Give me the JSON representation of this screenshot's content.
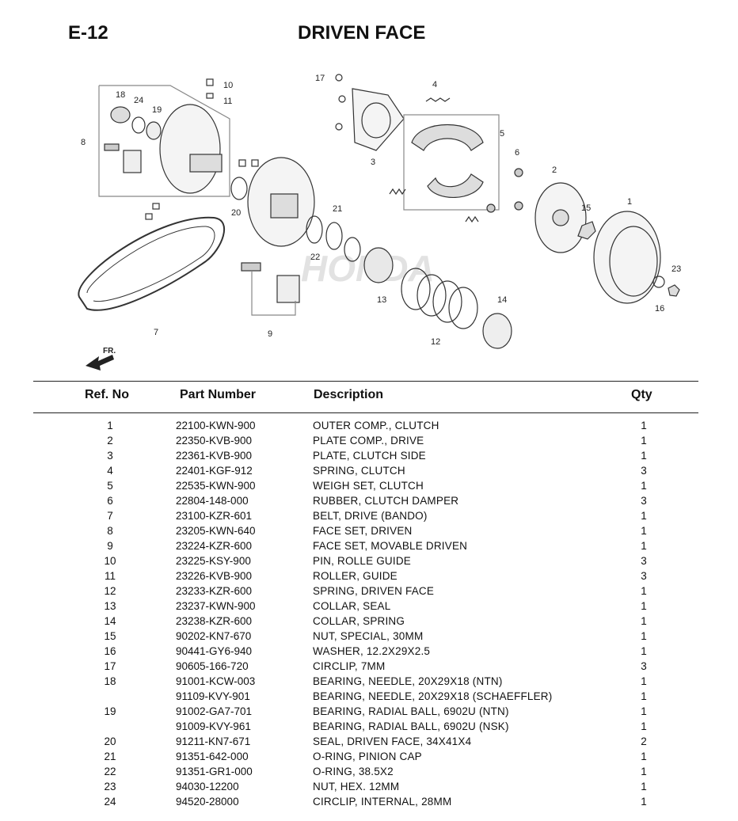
{
  "header": {
    "page_code": "E-12",
    "title": "DRIVEN FACE"
  },
  "diagram": {
    "callouts": [
      "1",
      "2",
      "3",
      "4",
      "5",
      "6",
      "7",
      "8",
      "9",
      "10",
      "11",
      "12",
      "13",
      "14",
      "15",
      "16",
      "17",
      "18",
      "19",
      "20",
      "21",
      "22",
      "23",
      "24"
    ],
    "arrow_label": "FR.",
    "watermark": "HONDA"
  },
  "table": {
    "headers": {
      "ref": "Ref. No",
      "part": "Part Number",
      "desc": "Description",
      "qty": "Qty"
    },
    "rows": [
      {
        "ref": "1",
        "part": "22100-KWN-900",
        "desc": "OUTER COMP., CLUTCH",
        "qty": "1"
      },
      {
        "ref": "2",
        "part": "22350-KVB-900",
        "desc": "PLATE COMP., DRIVE",
        "qty": "1"
      },
      {
        "ref": "3",
        "part": "22361-KVB-900",
        "desc": "PLATE, CLUTCH SIDE",
        "qty": "1"
      },
      {
        "ref": "4",
        "part": "22401-KGF-912",
        "desc": "SPRING, CLUTCH",
        "qty": "3"
      },
      {
        "ref": "5",
        "part": "22535-KWN-900",
        "desc": "WEIGH SET, CLUTCH",
        "qty": "1"
      },
      {
        "ref": "6",
        "part": "22804-148-000",
        "desc": "RUBBER, CLUTCH DAMPER",
        "qty": "3"
      },
      {
        "ref": "7",
        "part": "23100-KZR-601",
        "desc": "BELT, DRIVE (BANDO)",
        "qty": "1"
      },
      {
        "ref": "8",
        "part": "23205-KWN-640",
        "desc": "FACE SET, DRIVEN",
        "qty": "1"
      },
      {
        "ref": "9",
        "part": "23224-KZR-600",
        "desc": "FACE SET, MOVABLE DRIVEN",
        "qty": "1"
      },
      {
        "ref": "10",
        "part": "23225-KSY-900",
        "desc": "PIN, ROLLE GUIDE",
        "qty": "3"
      },
      {
        "ref": "11",
        "part": "23226-KVB-900",
        "desc": "ROLLER, GUIDE",
        "qty": "3"
      },
      {
        "ref": "12",
        "part": "23233-KZR-600",
        "desc": "SPRING, DRIVEN FACE",
        "qty": "1"
      },
      {
        "ref": "13",
        "part": "23237-KWN-900",
        "desc": "COLLAR, SEAL",
        "qty": "1"
      },
      {
        "ref": "14",
        "part": "23238-KZR-600",
        "desc": "COLLAR, SPRING",
        "qty": "1"
      },
      {
        "ref": "15",
        "part": "90202-KN7-670",
        "desc": "NUT, SPECIAL, 30MM",
        "qty": "1"
      },
      {
        "ref": "16",
        "part": "90441-GY6-940",
        "desc": "WASHER, 12.2X29X2.5",
        "qty": "1"
      },
      {
        "ref": "17",
        "part": "90605-166-720",
        "desc": "CIRCLIP, 7MM",
        "qty": "3"
      },
      {
        "ref": "18",
        "part": "91001-KCW-003",
        "desc": "BEARING, NEEDLE, 20X29X18 (NTN)",
        "qty": "1"
      },
      {
        "ref": "",
        "part": "91109-KVY-901",
        "desc": "BEARING, NEEDLE, 20X29X18 (SCHAEFFLER)",
        "qty": "1"
      },
      {
        "ref": "19",
        "part": "91002-GA7-701",
        "desc": "BEARING, RADIAL BALL, 6902U (NTN)",
        "qty": "1"
      },
      {
        "ref": "",
        "part": "91009-KVY-961",
        "desc": "BEARING, RADIAL BALL, 6902U (NSK)",
        "qty": "1"
      },
      {
        "ref": "20",
        "part": "91211-KN7-671",
        "desc": "SEAL, DRIVEN FACE, 34X41X4",
        "qty": "2"
      },
      {
        "ref": "21",
        "part": "91351-642-000",
        "desc": "O-RING, PINION CAP",
        "qty": "1"
      },
      {
        "ref": "22",
        "part": "91351-GR1-000",
        "desc": "O-RING, 38.5X2",
        "qty": "1"
      },
      {
        "ref": "23",
        "part": "94030-12200",
        "desc": "NUT, HEX. 12MM",
        "qty": "1"
      },
      {
        "ref": "24",
        "part": "94520-28000",
        "desc": "CIRCLIP, INTERNAL, 28MM",
        "qty": "1"
      }
    ]
  }
}
